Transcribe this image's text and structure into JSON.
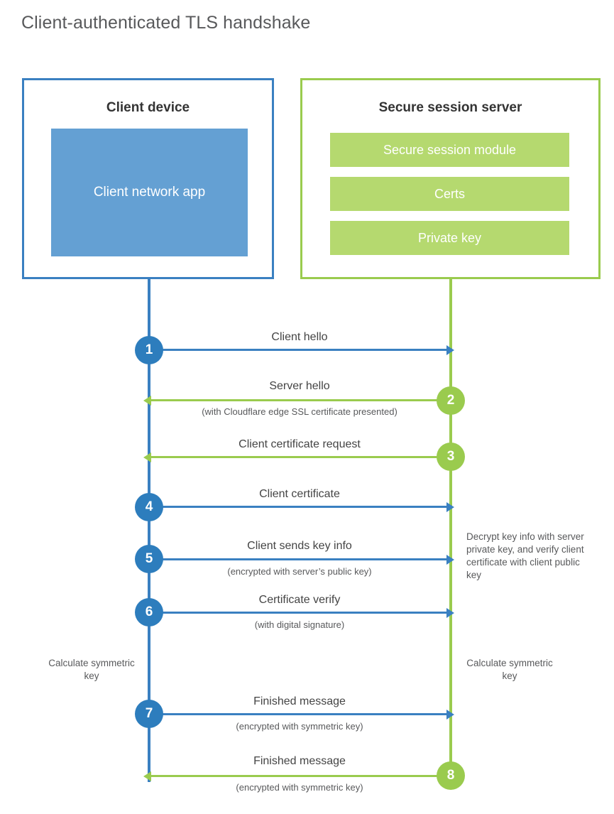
{
  "title": "Client-authenticated TLS handshake",
  "colors": {
    "client_blue": "#3a80c1",
    "client_app_fill": "#64a0d3",
    "server_green": "#9acb4e",
    "server_bar_fill": "#b5d96f",
    "text_dark": "#333333",
    "text_gray": "#58595b"
  },
  "client_panel": {
    "title": "Client device",
    "app_box_label": "Client network app"
  },
  "server_panel": {
    "title": "Secure session server",
    "bars": [
      {
        "label": "Secure session module"
      },
      {
        "label": "Certs"
      },
      {
        "label": "Private key"
      }
    ]
  },
  "steps": [
    {
      "number": "1",
      "origin": "client",
      "direction": "right",
      "label": "Client hello",
      "sublabel": ""
    },
    {
      "number": "2",
      "origin": "server",
      "direction": "left",
      "label": "Server hello",
      "sublabel": "(with Cloudflare edge SSL certificate presented)"
    },
    {
      "number": "3",
      "origin": "server",
      "direction": "left",
      "label": "Client certificate request",
      "sublabel": ""
    },
    {
      "number": "4",
      "origin": "client",
      "direction": "right",
      "label": "Client certificate",
      "sublabel": ""
    },
    {
      "number": "5",
      "origin": "client",
      "direction": "right",
      "label": "Client sends key info",
      "sublabel": "(encrypted with server’s public key)"
    },
    {
      "number": "6",
      "origin": "client",
      "direction": "right",
      "label": "Certificate verify",
      "sublabel": "(with digital signature)"
    },
    {
      "number": "7",
      "origin": "client",
      "direction": "right",
      "label": "Finished message",
      "sublabel": "(encrypted with symmetric key)"
    },
    {
      "number": "8",
      "origin": "server",
      "direction": "left",
      "label": "Finished message",
      "sublabel": "(encrypted with symmetric key)"
    }
  ],
  "notes": {
    "server_decrypt": "Decrypt key info with server private key, and verify client certificate with client public key",
    "client_calculate": "Calculate symmetric key",
    "server_calculate": "Calculate symmetric key"
  }
}
